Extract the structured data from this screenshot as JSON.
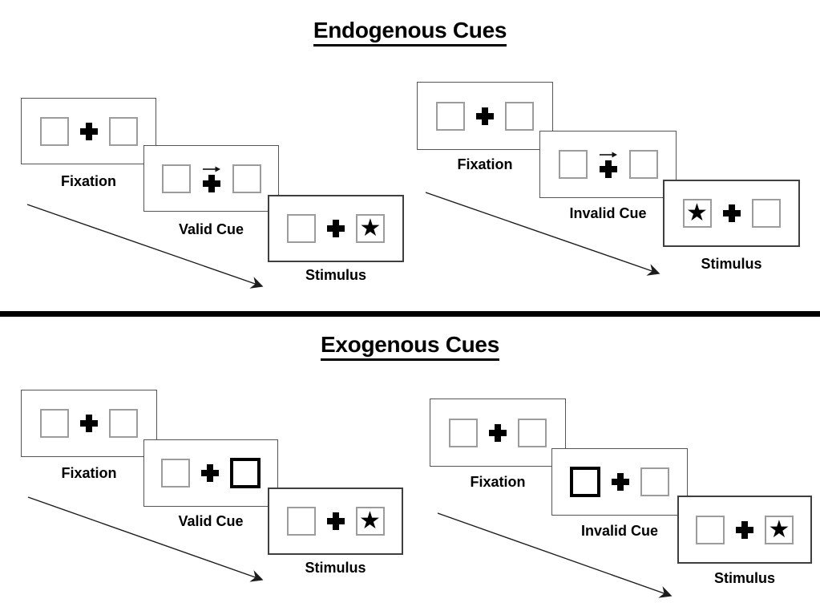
{
  "icons": {
    "star": "★",
    "fixation_cross": "heavy-plus-cross",
    "cue_arrow": "right-arrow",
    "time_arrow": "diagonal-down-right-arrow"
  },
  "colors": {
    "background": "#ffffff",
    "ink": "#000000",
    "panel_border": "#555555",
    "stimulus_panel_border": "#3f3f3f",
    "box_border": "#9c9c9c",
    "bold_cue_box_border": "#000000",
    "divider": "#000000"
  },
  "sections": [
    {
      "title": "Endogenous Cues",
      "cue_type": "central arrow above fixation cross",
      "sequences": [
        {
          "name": "valid",
          "cue_direction": "right",
          "star_position": "right",
          "frames": [
            {
              "label": "Fixation",
              "kind": "fixation"
            },
            {
              "label": "Valid Cue",
              "kind": "arrow-cue"
            },
            {
              "label": "Stimulus",
              "kind": "stimulus"
            }
          ]
        },
        {
          "name": "invalid",
          "cue_direction": "right",
          "star_position": "left",
          "frames": [
            {
              "label": "Fixation",
              "kind": "fixation"
            },
            {
              "label": "Invalid Cue",
              "kind": "arrow-cue"
            },
            {
              "label": "Stimulus",
              "kind": "stimulus"
            }
          ]
        }
      ]
    },
    {
      "title": "Exogenous Cues",
      "cue_type": "peripheral bold box",
      "sequences": [
        {
          "name": "valid",
          "cue_box_position": "right",
          "star_position": "right",
          "frames": [
            {
              "label": "Fixation",
              "kind": "fixation"
            },
            {
              "label": "Valid Cue",
              "kind": "box-cue"
            },
            {
              "label": "Stimulus",
              "kind": "stimulus"
            }
          ]
        },
        {
          "name": "invalid",
          "cue_box_position": "left",
          "star_position": "right",
          "frames": [
            {
              "label": "Fixation",
              "kind": "fixation"
            },
            {
              "label": "Invalid Cue",
              "kind": "box-cue"
            },
            {
              "label": "Stimulus",
              "kind": "stimulus"
            }
          ]
        }
      ]
    }
  ]
}
